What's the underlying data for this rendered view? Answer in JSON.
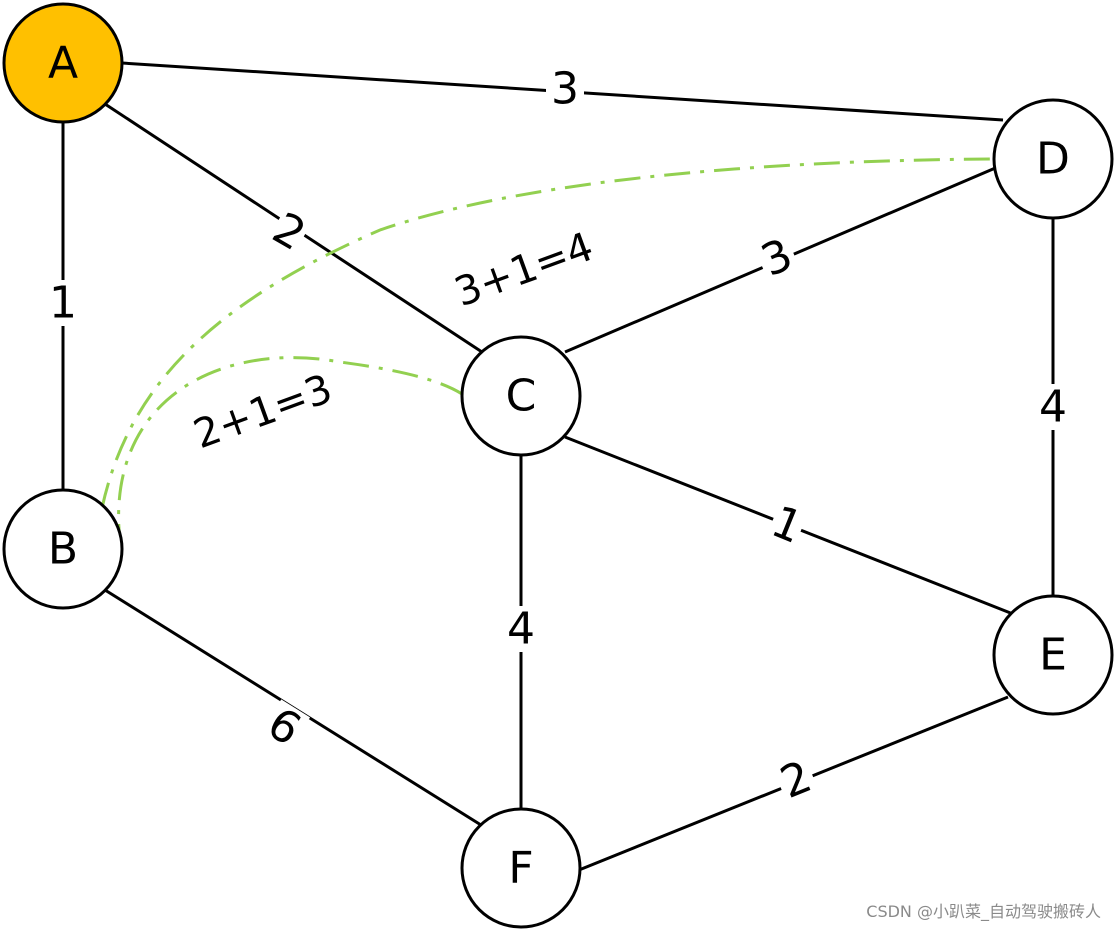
{
  "nodes": [
    {
      "id": "A",
      "label": "A",
      "fill": "#FFC000",
      "start": true
    },
    {
      "id": "B",
      "label": "B",
      "fill": "#FFFFFF"
    },
    {
      "id": "C",
      "label": "C",
      "fill": "#FFFFFF"
    },
    {
      "id": "D",
      "label": "D",
      "fill": "#FFFFFF"
    },
    {
      "id": "E",
      "label": "E",
      "fill": "#FFFFFF"
    },
    {
      "id": "F",
      "label": "F",
      "fill": "#FFFFFF"
    }
  ],
  "edges": [
    {
      "from": "A",
      "to": "D",
      "weight": "3"
    },
    {
      "from": "A",
      "to": "C",
      "weight": "2"
    },
    {
      "from": "A",
      "to": "B",
      "weight": "1"
    },
    {
      "from": "C",
      "to": "D",
      "weight": "3"
    },
    {
      "from": "D",
      "to": "E",
      "weight": "4"
    },
    {
      "from": "C",
      "to": "E",
      "weight": "1"
    },
    {
      "from": "C",
      "to": "F",
      "weight": "4"
    },
    {
      "from": "B",
      "to": "F",
      "weight": "6"
    },
    {
      "from": "F",
      "to": "E",
      "weight": "2"
    }
  ],
  "annotations": [
    {
      "id": "B-C",
      "text": "2+1=3"
    },
    {
      "id": "B-D",
      "text": "3+1=4"
    }
  ],
  "colors": {
    "start_node": "#FFC000",
    "path_curve": "#92D050",
    "edge": "#000000"
  },
  "watermark": "CSDN @小趴菜_自动驾驶搬砖人"
}
